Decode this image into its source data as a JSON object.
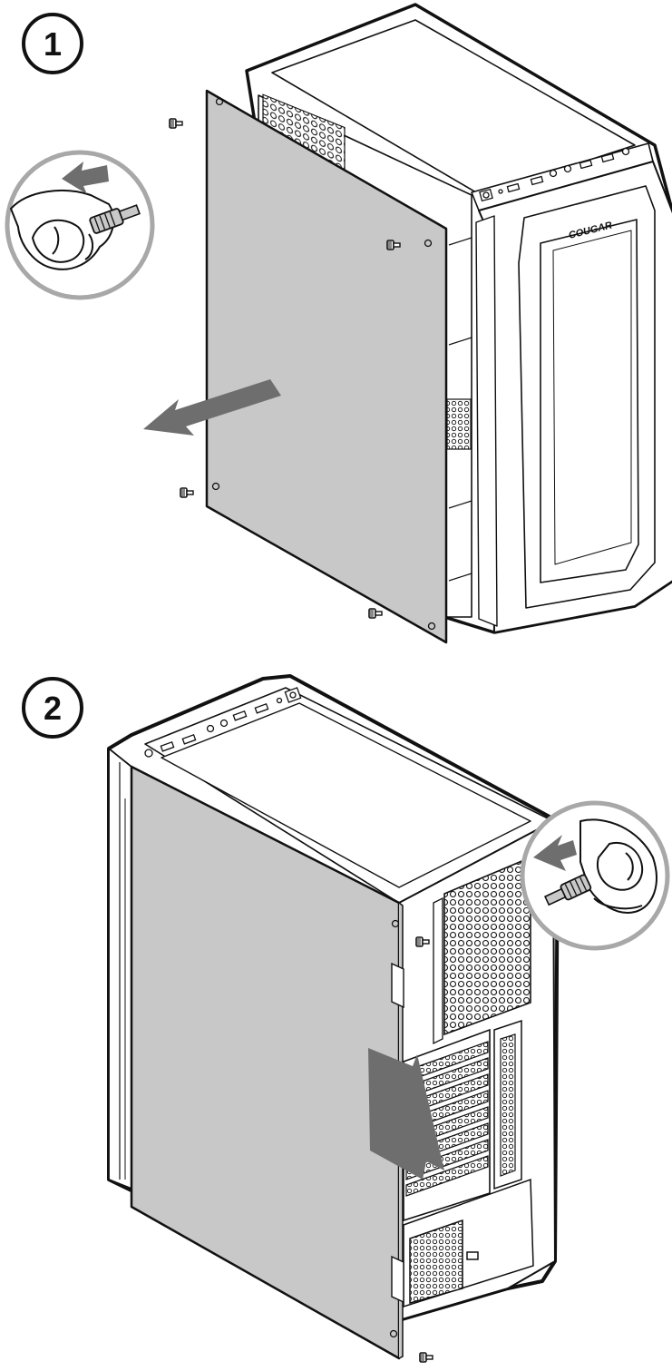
{
  "steps": [
    {
      "number": "1",
      "brand_label": "COUGAR"
    },
    {
      "number": "2"
    }
  ],
  "colors": {
    "line": "#111111",
    "panel": "#c8c8c8",
    "arrow": "#6e6e6e",
    "inset_ring": "#a8a8a8",
    "background": "#ffffff"
  },
  "icons": [
    "thumbscrew-icon",
    "hand-icon",
    "direction-arrow-icon",
    "mesh-grille-icon",
    "io-port-icon"
  ]
}
